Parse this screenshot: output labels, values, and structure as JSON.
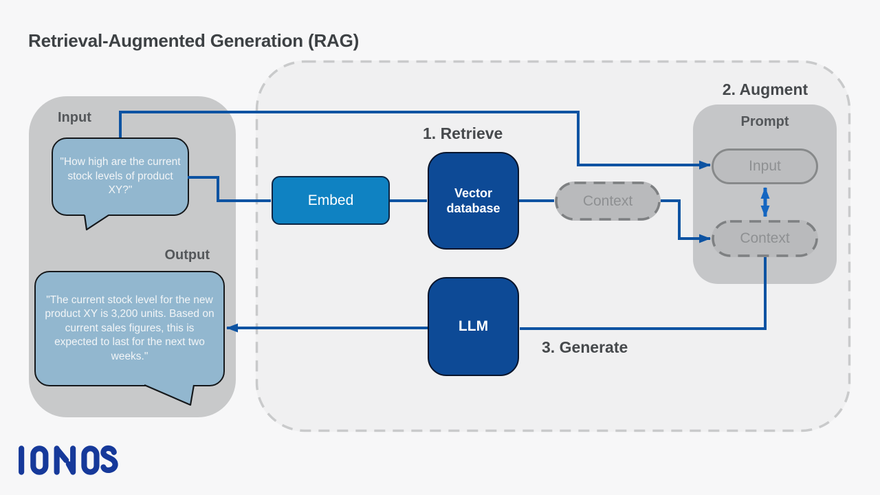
{
  "title": "Retrieval-Augmented Generation (RAG)",
  "left": {
    "input_label": "Input",
    "input_bubble": "\"How high are the current stock levels of product XY?\"",
    "output_label": "Output",
    "output_bubble": "\"The current stock level for the new product XY is 3,200 units. Based on current sales figures, this is expected to last for the next two weeks.\""
  },
  "steps": {
    "retrieve": "1. Retrieve",
    "augment": "2. Augment",
    "generate": "3. Generate"
  },
  "nodes": {
    "embed": "Embed",
    "vector_db": "Vector database",
    "llm": "LLM",
    "context": "Context"
  },
  "prompt": {
    "label": "Prompt",
    "input": "Input",
    "context": "Context"
  },
  "logo": {
    "brand": "IONOS"
  },
  "colors": {
    "connector_blue": "#0d53a2",
    "double_arrow_blue": "#1566c1",
    "node_dark_blue": "#0d4a96",
    "embed_blue": "#0f82c2",
    "bubble_blue": "#92b7cf",
    "panel_gray": "#c8c9ca",
    "big_panel_gray": "#f0f0f1",
    "logo_blue": "#16399a",
    "heading_gray": "#46494c"
  }
}
